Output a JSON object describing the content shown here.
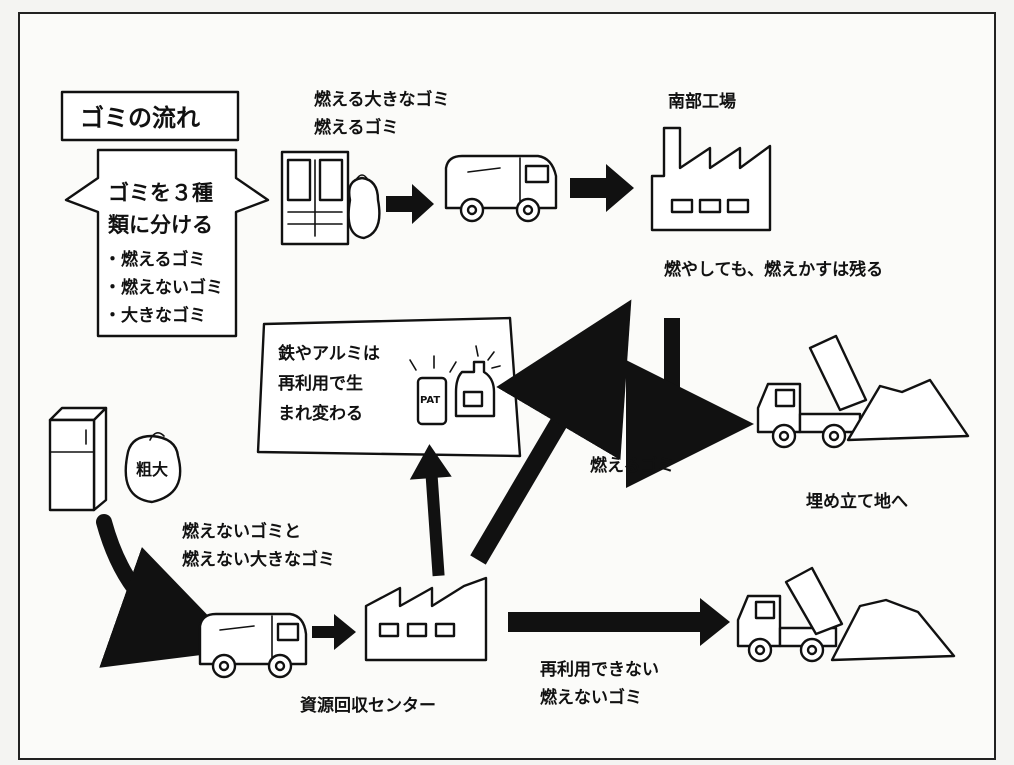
{
  "title": "ゴミの流れ",
  "sorting": {
    "heading_line1": "ゴミを３種",
    "heading_line2": "類に分ける",
    "items": [
      "・燃えるゴミ",
      "・燃えないゴミ",
      "・大きなゴミ"
    ]
  },
  "burnable_label_line1": "燃える大きなゴミ",
  "burnable_label_line2": "燃えるゴミ",
  "factory_name": "南部工場",
  "ash_note": "燃やしても、燃えかすは残る",
  "recycle_note": {
    "line1": "鉄やアルミは",
    "line2": "再利用で生",
    "line3": "まれ変わる",
    "can_label": "PAT"
  },
  "bag_label": "粗大",
  "burnable_arrow_label": "燃えるゴミ",
  "landfill_label": "埋め立て地へ",
  "nonburnable_label_line1": "燃えないゴミと",
  "nonburnable_label_line2": "燃えない大きなゴミ",
  "center_name": "資源回収センター",
  "nonrecyclable_label_line1": "再利用できない",
  "nonrecyclable_label_line2": "燃えないゴミ",
  "colors": {
    "ink": "#111111",
    "paper": "#fbfbf9"
  }
}
